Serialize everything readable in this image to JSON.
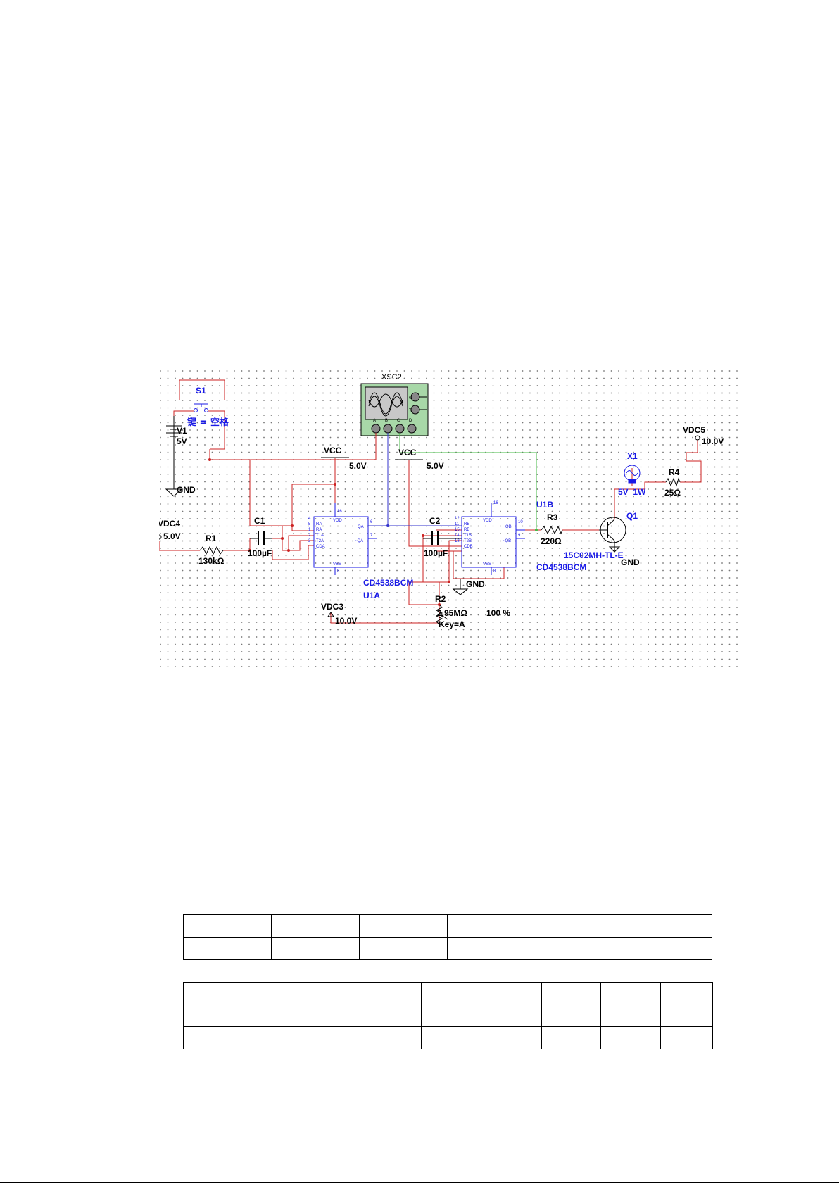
{
  "schematic": {
    "labels": {
      "xsc2": "XSC2",
      "s1": "S1",
      "key_space": "键 = 空格",
      "v1": "V1",
      "v1_val": "5V",
      "gnd1": "GND",
      "vdc4": "VDC4",
      "vdc4_val": "5.0V",
      "r1": "R1",
      "r1_val": "130kΩ",
      "c1": "C1",
      "c1_val": "100µF",
      "vcc1": "VCC",
      "vcc1_val": "5.0V",
      "u1a_part": "CD4538BCM",
      "u1a": "U1A",
      "vcc2": "VCC",
      "vcc2_val": "5.0V",
      "c2": "C2",
      "c2_val": "100µF",
      "u1b": "U1B",
      "u1b_part": "CD4538BCM",
      "gnd2": "GND",
      "r2": "R2",
      "r2_val": "2.95MΩ",
      "r2_pct": "100 %",
      "r2_key": "Key=A",
      "vdc3": "VDC3",
      "vdc3_val": "10.0V",
      "r3": "R3",
      "r3_val": "220Ω",
      "q1": "Q1",
      "q1_part": "15C02MH-TL-E",
      "gnd3": "GND",
      "x1": "X1",
      "x1_val": "5V_1W",
      "r4": "R4",
      "r4_val": "25Ω",
      "vdc5": "VDC5",
      "vdc5_val": "10.0V",
      "scope_g": "G",
      "scope_t": "T",
      "scope_a": "A",
      "scope_b": "B",
      "scope_c": "C",
      "scope_d": "D",
      "ic_vdd": "VDD",
      "ic_vss": "VSS",
      "u1a_pins": [
        "4",
        "5",
        "1",
        "2",
        "3",
        "RA",
        "RA",
        "T1A",
        "T2A",
        "CDA",
        "QA",
        "~QA",
        "6",
        "7",
        "16",
        "8"
      ],
      "u1b_pins": [
        "12",
        "11",
        "15",
        "14",
        "13",
        "RB",
        "RB",
        "T1B",
        "T2B",
        "CDB",
        "QB",
        "~QB",
        "10",
        "9",
        "16",
        "8"
      ]
    },
    "colors": {
      "wire_red": "#cc2222",
      "wire_blue": "#3333cc",
      "wire_green": "#44bb44",
      "component_blue": "#1a1ae6",
      "scope_body": "#a8d8a8"
    }
  },
  "table1": {
    "rows": 2,
    "cols": 6
  },
  "table2": {
    "rows": 2,
    "cols": 9
  }
}
